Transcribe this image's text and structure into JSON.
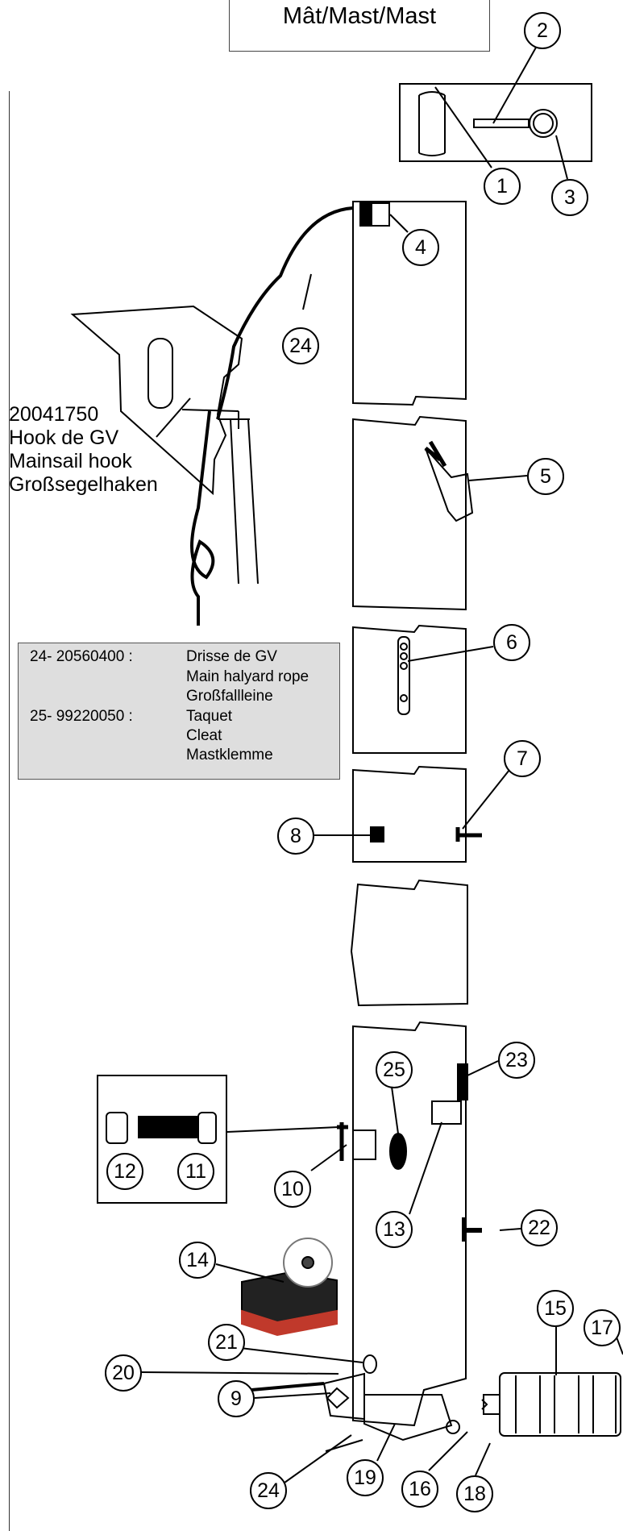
{
  "title": "Mât/Mast/Mast",
  "hook_label": {
    "code": "20041750",
    "fr": "Hook de GV",
    "en": "Mainsail hook",
    "de": "Großsegelhaken"
  },
  "legend": {
    "rows": [
      {
        "code": "24- 20560400 :",
        "text": "Drisse de GV"
      },
      {
        "code": "",
        "text": "Main halyard rope"
      },
      {
        "code": "",
        "text": "Großfallleine"
      },
      {
        "code": "25- 99220050 :",
        "text": "Taquet"
      },
      {
        "code": "",
        "text": "Cleat"
      },
      {
        "code": "",
        "text": "Mastklemme"
      }
    ]
  },
  "callouts": {
    "c1": "1",
    "c2": "2",
    "c3": "3",
    "c4": "4",
    "c5": "5",
    "c6": "6",
    "c7": "7",
    "c8": "8",
    "c9": "9",
    "c10": "10",
    "c11": "11",
    "c12": "12",
    "c13": "13",
    "c14": "14",
    "c15": "15",
    "c16": "16",
    "c17": "17",
    "c18": "18",
    "c19": "19",
    "c20": "20",
    "c21": "21",
    "c22": "22",
    "c23": "23",
    "c24a": "24",
    "c24b": "24",
    "c25": "25"
  }
}
